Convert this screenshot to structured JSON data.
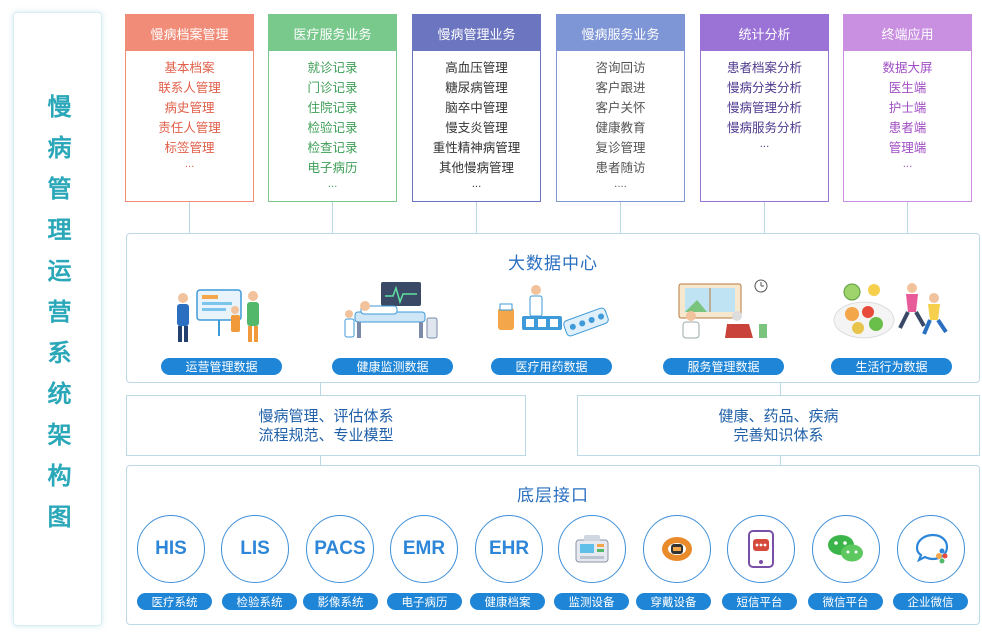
{
  "side_title": "慢病管理运营系统架构图",
  "modules": [
    {
      "title": "慢病档案管理",
      "items": [
        "基本档案",
        "联系人管理",
        "病史管理",
        "责任人管理",
        "标签管理"
      ],
      "more": "...",
      "color": "#f08c78",
      "text_color": "#e0604a"
    },
    {
      "title": "医疗服务业务",
      "items": [
        "就诊记录",
        "门诊记录",
        "住院记录",
        "检验记录",
        "检查记录",
        "电子病历"
      ],
      "more": "...",
      "color": "#79c98d",
      "text_color": "#3e9e57"
    },
    {
      "title": "慢病管理业务",
      "items": [
        "高血压管理",
        "糖尿病管理",
        "脑卒中管理",
        "慢支炎管理",
        "重性精神病管理",
        "其他慢病管理"
      ],
      "more": "...",
      "color": "#6c76c0",
      "text_color": "#333333"
    },
    {
      "title": "慢病服务业务",
      "items": [
        "咨询回访",
        "客户跟进",
        "客户关怀",
        "健康教育",
        "复诊管理",
        "患者随访"
      ],
      "more": "....",
      "color": "#7f96d6",
      "text_color": "#555555"
    },
    {
      "title": "统计分析",
      "items": [
        "患者档案分析",
        "慢病分类分析",
        "慢病管理分析",
        "慢病服务分析"
      ],
      "more": "...",
      "color": "#9b73d6",
      "text_color": "#4f3a8f"
    },
    {
      "title": "终端应用",
      "items": [
        "数据大屏",
        "医生端",
        "护士端",
        "患者端",
        "管理端"
      ],
      "more": "...",
      "color": "#c98fe0",
      "text_color": "#a04fc4"
    }
  ],
  "data_center": {
    "title": "大数据中心",
    "items": [
      "运营管理数据",
      "健康监测数据",
      "医疗用药数据",
      "服务管理数据",
      "生活行为数据"
    ]
  },
  "mid_left": {
    "line1": "慢病管理、评估体系",
    "line2": "流程规范、专业模型"
  },
  "mid_right": {
    "line1": "健康、药品、疾病",
    "line2": "完善知识体系"
  },
  "bottom": {
    "title": "底层接口",
    "interfaces": [
      {
        "text": "HIS",
        "label": "医疗系统"
      },
      {
        "text": "LIS",
        "label": "检验系统"
      },
      {
        "text": "PACS",
        "label": "影像系统"
      },
      {
        "text": "EMR",
        "label": "电子病历"
      },
      {
        "text": "EHR",
        "label": "健康档案"
      },
      {
        "icon": "monitor-device-icon",
        "label": "监测设备"
      },
      {
        "icon": "wearable-band-icon",
        "label": "穿戴设备"
      },
      {
        "icon": "sms-phone-icon",
        "label": "短信平台"
      },
      {
        "icon": "wechat-icon",
        "label": "微信平台"
      },
      {
        "icon": "wecom-icon",
        "label": "企业微信"
      }
    ]
  }
}
